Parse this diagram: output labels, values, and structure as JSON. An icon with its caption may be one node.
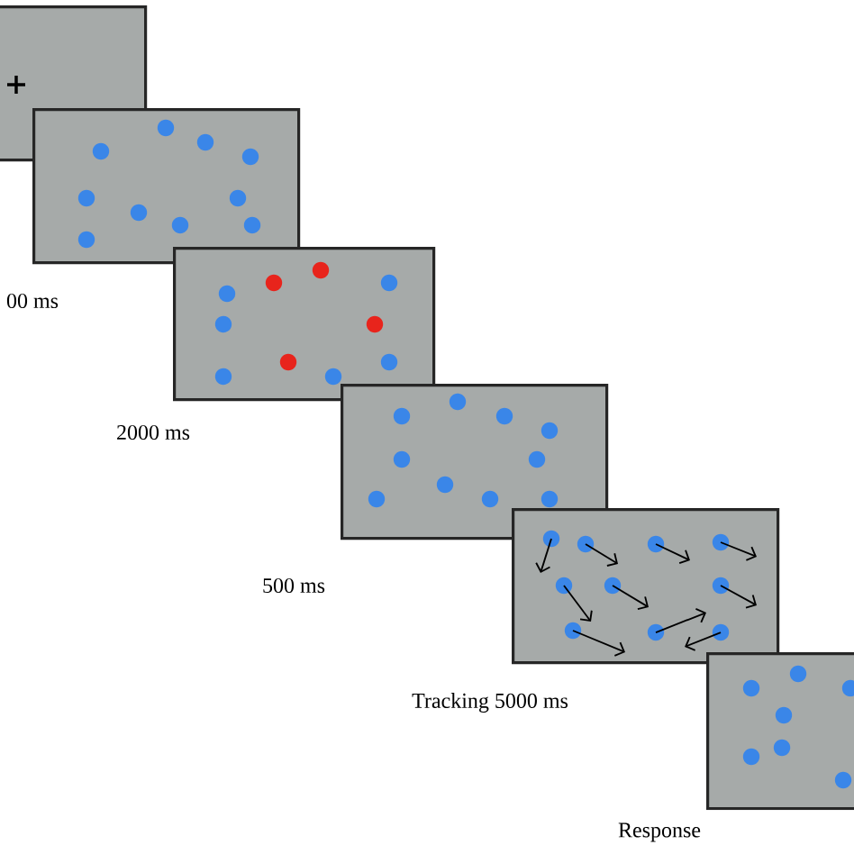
{
  "diagram": {
    "nodes": [
      {
        "text": [],
        "shape": "box"
      },
      {
        "text": [],
        "shape": "box",
        "beside": [
          "00 ms"
        ]
      },
      {
        "text": [],
        "shape": "box",
        "beside": [
          "2000 ms"
        ]
      },
      {
        "text": [],
        "shape": "box",
        "beside": [
          "500 ms"
        ]
      },
      {
        "text": [],
        "shape": "box",
        "beside": [
          "Tracking 5000 ms"
        ]
      },
      {
        "text": [],
        "shape": "box",
        "beside": [
          "Response"
        ]
      }
    ]
  }
}
